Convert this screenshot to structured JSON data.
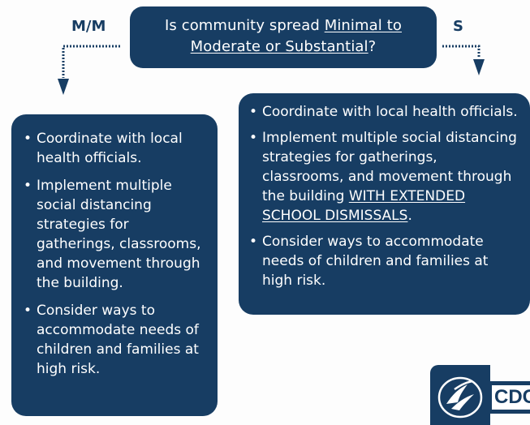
{
  "question": {
    "prefix": "Is community spread ",
    "minimal": "Minimal to",
    "moderate": "Moderate or Substantial",
    "suffix": "?"
  },
  "labels": {
    "left": "M/M",
    "right": "S"
  },
  "left_box": {
    "items": [
      "Coordinate with local health officials.",
      "Implement multiple social distancing strategies for gatherings, classrooms, and movement through the building.",
      "Consider ways to accommodate needs of children and families at high risk."
    ]
  },
  "right_box": {
    "item1": "Coordinate with local health officials.",
    "item2_prefix": "Implement multiple social distancing strategies for gatherings, classrooms, and movement through the building ",
    "item2_emphasis": "WITH EXTENDED SCHOOL DISMISSALS",
    "item2_suffix": ".",
    "item3": "Consider ways to accommodate needs of children and families at high risk."
  },
  "logo": {
    "text": "CDC",
    "icon": "hhs-eagle-icon"
  },
  "colors": {
    "box": "#173d63",
    "text_on_box": "#ffffff",
    "label": "#173d63"
  }
}
